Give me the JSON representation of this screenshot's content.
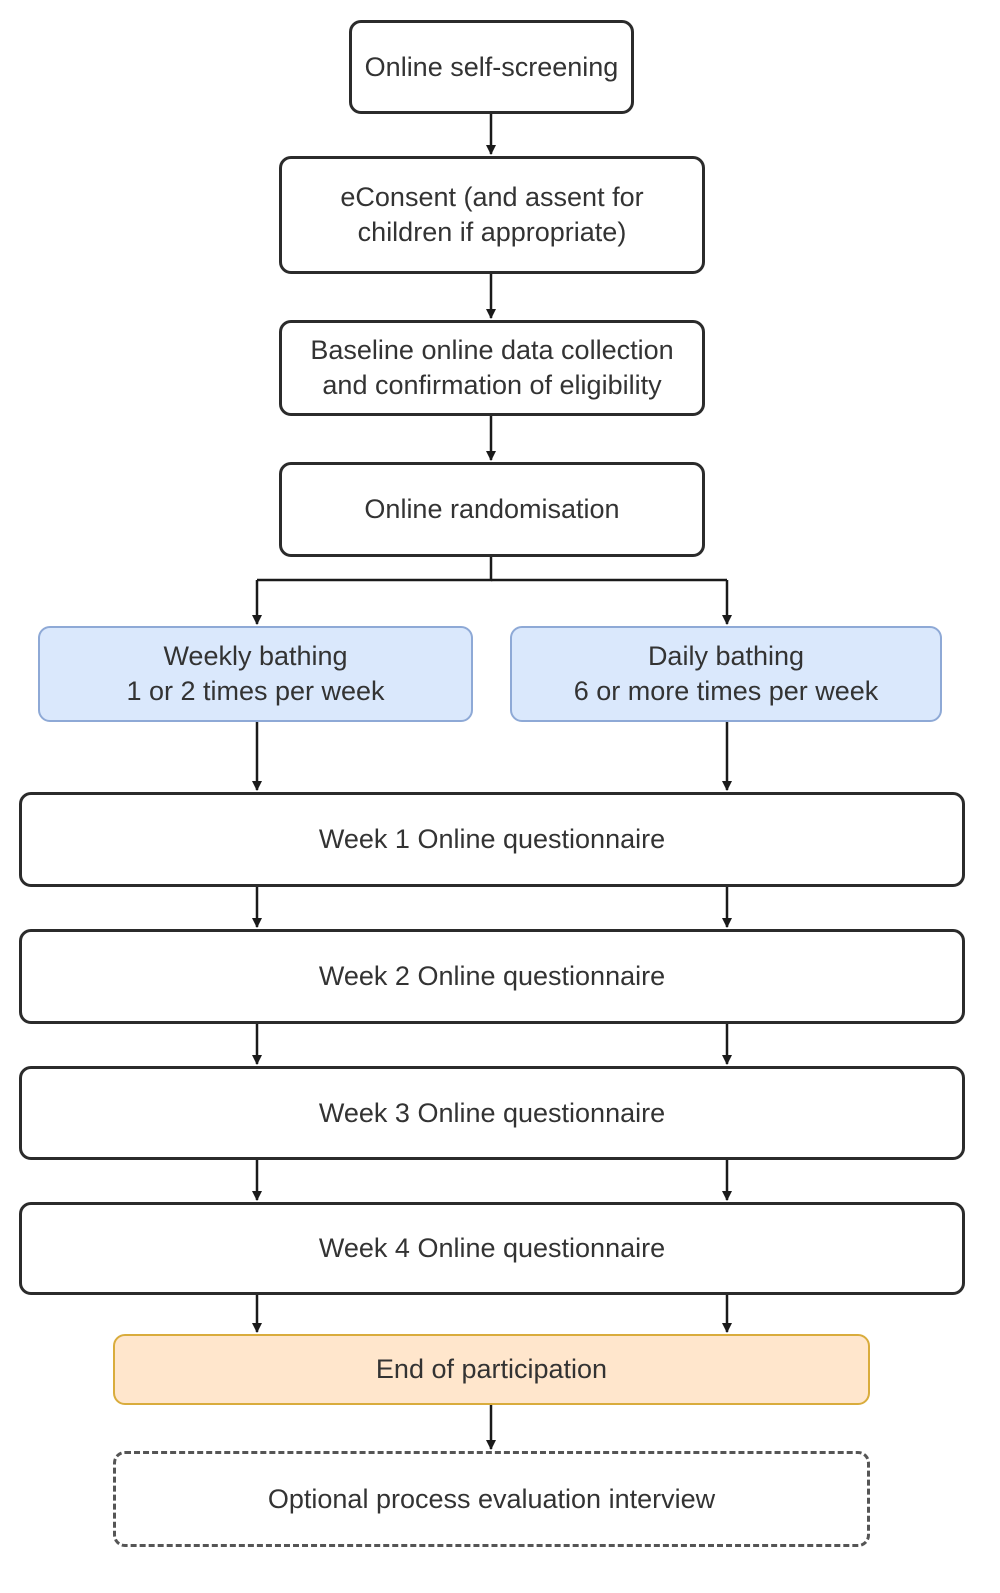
{
  "steps": {
    "screening": "Online self-screening",
    "consent": "eConsent (and assent for\nchildren if appropriate)",
    "baseline": "Baseline online data collection\nand confirmation of eligibility",
    "randomisation": "Online randomisation",
    "weekly_arm": "Weekly bathing\n1 or 2 times per week",
    "daily_arm": "Daily bathing\n6 or more times per week",
    "week1": "Week 1 Online questionnaire",
    "week2": "Week 2 Online questionnaire",
    "week3": "Week 3 Online questionnaire",
    "week4": "Week 4 Online questionnaire",
    "end": "End of participation",
    "interview": "Optional process evaluation interview"
  },
  "colors": {
    "line": "#1a1a1a",
    "arm_fill": "#dae8fc",
    "arm_border": "#8ea9d6",
    "end_fill": "#ffe6cc",
    "end_border": "#d9ac3c"
  }
}
